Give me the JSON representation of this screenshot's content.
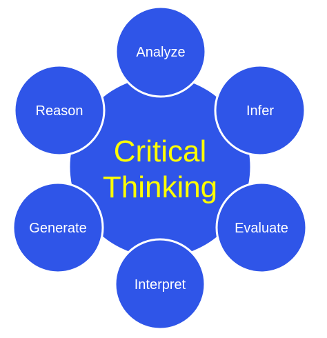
{
  "diagram": {
    "center": {
      "line1": "Critical",
      "line2": "Thinking"
    },
    "nodes": [
      {
        "label": "Analyze"
      },
      {
        "label": "Infer"
      },
      {
        "label": "Evaluate"
      },
      {
        "label": "Interpret"
      },
      {
        "label": "Generate"
      },
      {
        "label": "Reason"
      }
    ]
  },
  "colors": {
    "circle_fill": "#2f55e8",
    "circle_stroke": "#ffffff",
    "circle_outline": "#2446c8",
    "center_text": "#ffff00",
    "node_text": "#ffffff"
  }
}
